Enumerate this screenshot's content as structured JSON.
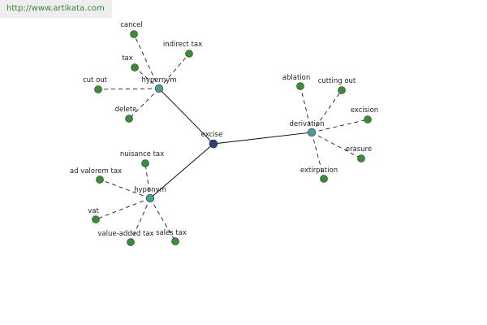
{
  "source_link": "http://www.artikata.com",
  "colors": {
    "link_bg": "#eeeeee",
    "link_text": "#3f7f3f",
    "center_node": "#2f3f7a",
    "hub_node": "#4f9a9a",
    "leaf_node": "#3d8a3d",
    "edge": "#000000"
  },
  "graph": {
    "center": {
      "id": "excise",
      "label": "excise"
    },
    "hubs": [
      {
        "id": "hypernym",
        "label": "hypernym",
        "leaves": [
          "cancel",
          "indirect tax",
          "tax",
          "cut out",
          "delete"
        ]
      },
      {
        "id": "derivation",
        "label": "derivation",
        "leaves": [
          "ablation",
          "cutting out",
          "excision",
          "erasure",
          "extirpation"
        ]
      },
      {
        "id": "hyponym",
        "label": "hyponym",
        "leaves": [
          "nuisance tax",
          "ad valorem tax",
          "vat",
          "value-added tax",
          "sales tax"
        ]
      }
    ]
  }
}
